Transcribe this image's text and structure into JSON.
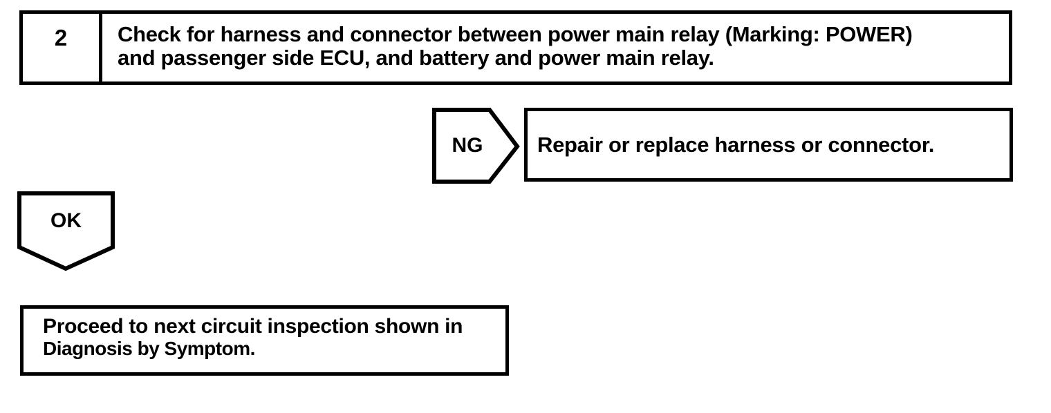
{
  "page": {
    "paper_color": "#ffffff",
    "ink_color": "#000000"
  },
  "flowchart": {
    "step": {
      "number": "2",
      "instruction_lines": [
        "Check for harness and connector between power main relay (Marking: POWER)",
        "and passenger side ECU, and battery and power main relay."
      ]
    },
    "ng_branch": {
      "label": "NG",
      "action": "Repair or replace harness or connector."
    },
    "ok_branch": {
      "label": "OK",
      "result_lines": [
        "Proceed to next circuit inspection shown in",
        "Diagnosis by Symptom."
      ]
    }
  }
}
